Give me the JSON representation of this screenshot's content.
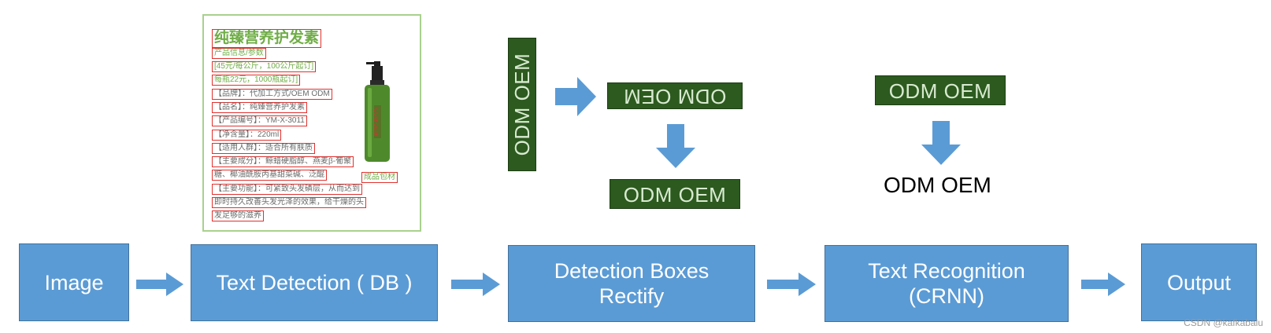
{
  "stages": {
    "image": "Image",
    "text_detection": "Text Detection ( DB )",
    "rectify_line1": "Detection Boxes",
    "rectify_line2": "Rectify",
    "recognition_line1": "Text Recognition",
    "recognition_line2": "(CRNN)",
    "output": "Output"
  },
  "product": {
    "title": "纯臻营养护发素",
    "lines": [
      "产品信息/参数",
      "[45元/每公斤，100公斤起订]",
      "每瓶22元，1000瓶起订]",
      "【品牌】：代加工方式/OEM ODM",
      "【品名】：纯臻营养护发素",
      "【产品编号】：YM-X-3011",
      "【净含量】：220ml",
      "【适用人群】：适合所有肤质",
      "【主要成分】：鲸蜡硬脂醇、燕麦β-葡聚",
      "糖、椰油酰胺丙基甜菜碱、泛醌",
      "【主要功能】：可紧致头发磷层，从而达到",
      "即时持久改善头发光泽的效果，给干燥的头",
      "发足够的滋养"
    ],
    "side_label": "成品包材",
    "bottle_label": "ODM OEM"
  },
  "crops": {
    "vertical": "ODM OEM",
    "flipped": "ODM OEM",
    "rectified": "ODM OEM",
    "recognized_input": "ODM OEM"
  },
  "result_text": "ODM OEM",
  "watermark": "CSDN @kafkabalu",
  "colors": {
    "stage_fill": "#5b9bd5",
    "crop_fill": "#2c5a1f",
    "product_green": "#70ad47",
    "box_red": "#e0312f"
  }
}
